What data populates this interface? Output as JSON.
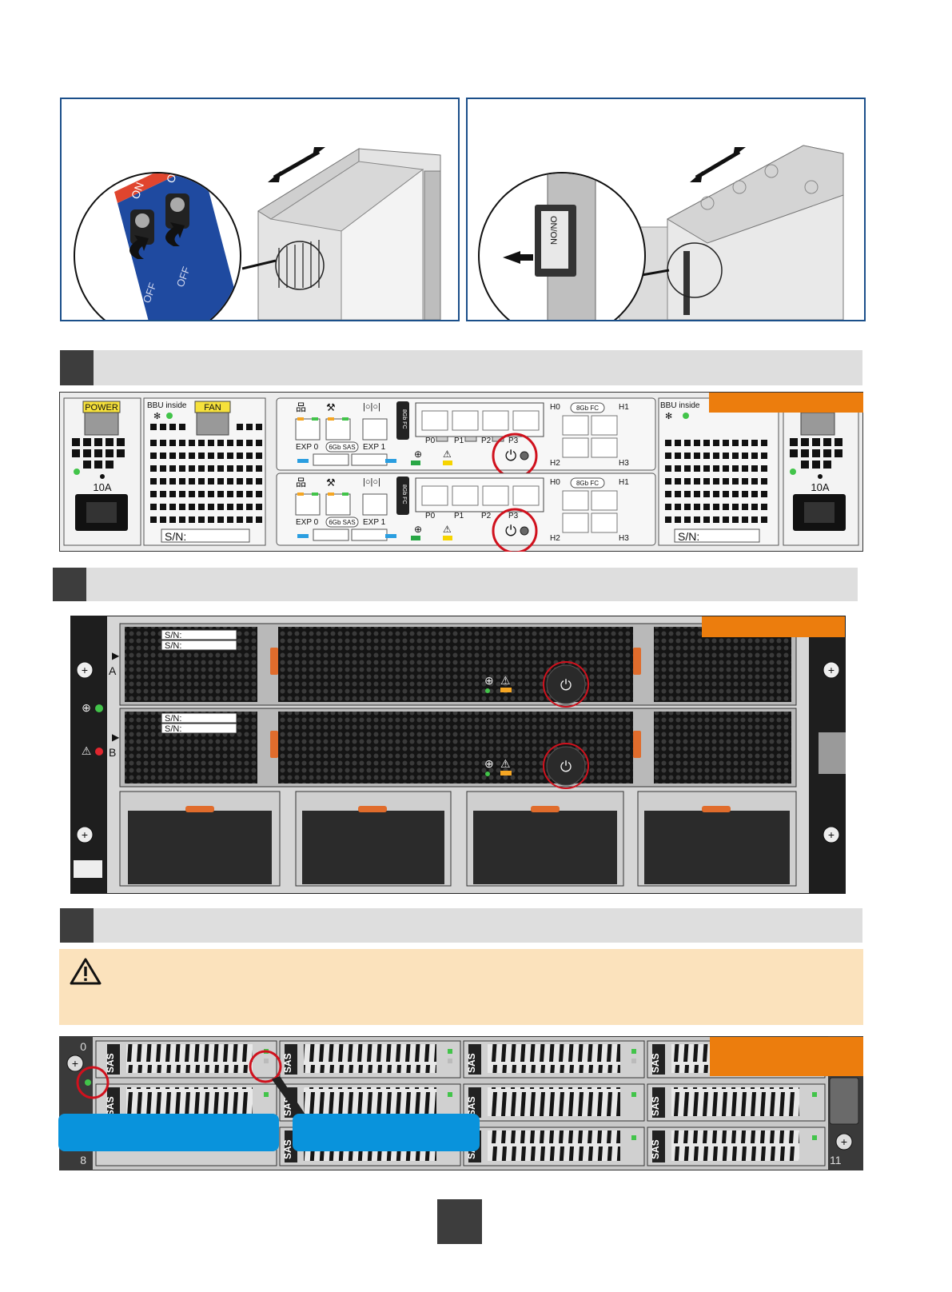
{
  "switch_labels": {
    "on": "ON",
    "off": "OFF",
    "pdu": "ON/ON"
  },
  "controller_panel": {
    "power_label": "POWER",
    "bbu_label": "BBU inside",
    "fan_label": "FAN",
    "rating": "10A",
    "sn_label": "S/N:",
    "exp0": "EXP 0",
    "exp1": "EXP 1",
    "sas_label": "6Gb SAS",
    "fc_label": "8Gb FC",
    "fc_short": "8Gb FC",
    "ports": [
      "P0",
      "P1",
      "P2",
      "P3"
    ],
    "host_ports": [
      "H0",
      "H1",
      "H2",
      "H3"
    ]
  },
  "expansion_panel": {
    "sn_label": "S/N:",
    "slot_a": "A",
    "slot_b": "B"
  },
  "disk_panel": {
    "drive_label": "SAS",
    "slot_numbers": [
      "0",
      "8",
      "11"
    ]
  },
  "colors": {
    "panel_border": "#1b4f8a",
    "step_bar": "#dedede",
    "step_number_box": "#3d3d3d",
    "highlight_circle": "#d0111d",
    "orange_tag": "#ec7d0d",
    "blue_callout": "#0993dc",
    "warning_background": "#fbe2bc"
  },
  "icons": [
    "warning-icon",
    "power-icon",
    "ethernet-icon",
    "wrench-icon",
    "serial-port-icon",
    "fan-icon"
  ]
}
